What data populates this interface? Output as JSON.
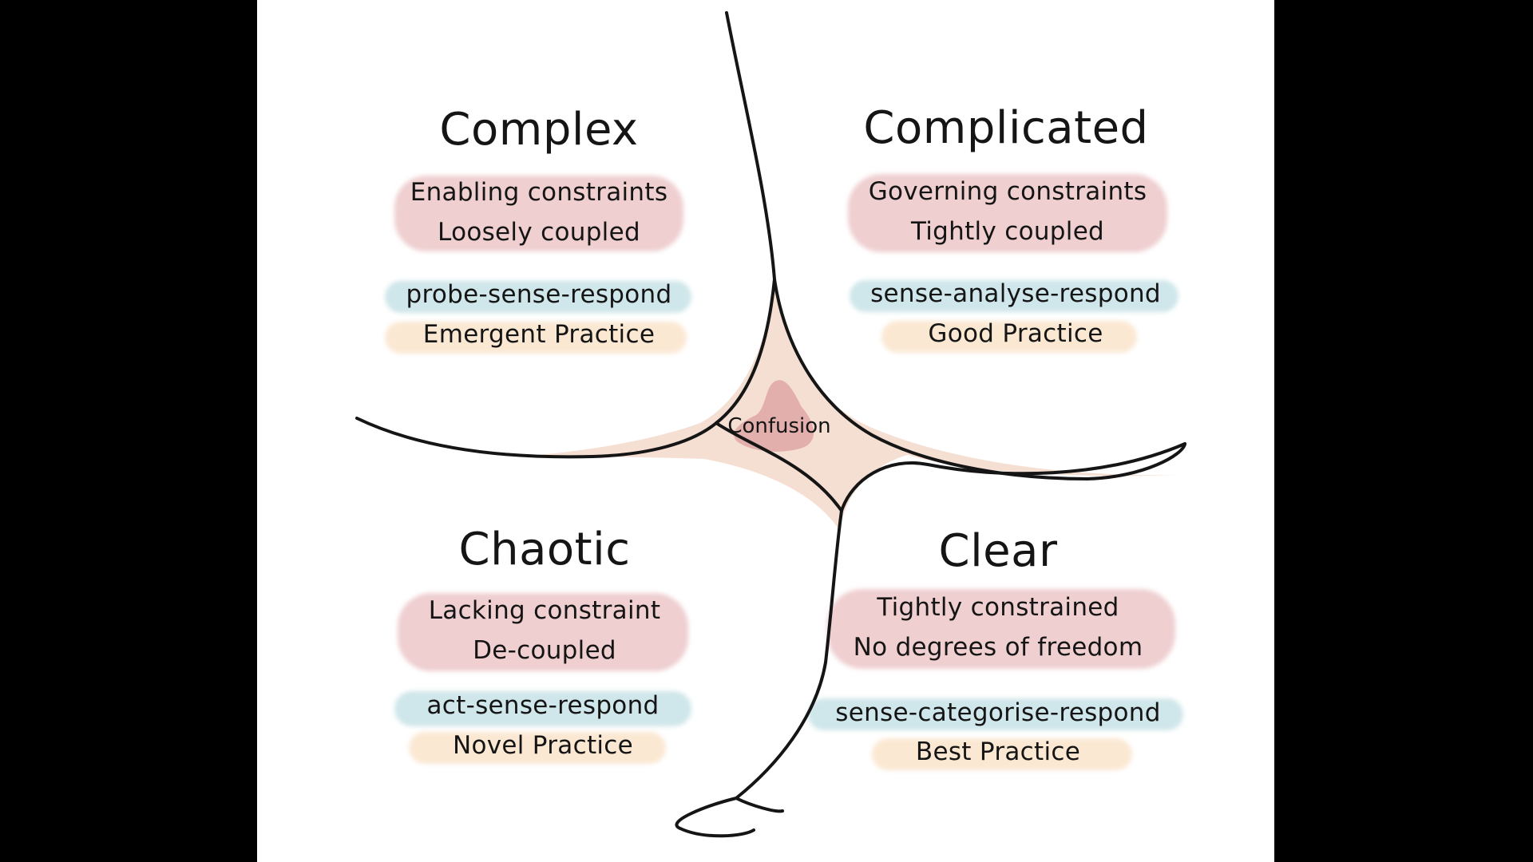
{
  "colors": {
    "background_outer": "#000000",
    "canvas": "#ffffff",
    "ink": "#151515",
    "constraint_wash": "#efcfd0",
    "method_wash": "#cfe6ea",
    "practice_wash": "#fbe8d3",
    "center_fill": "#f4ddd1",
    "center_blob": "#dfa7a4"
  },
  "center": {
    "label": "Confusion"
  },
  "domains": [
    {
      "id": "complex",
      "title": "Complex",
      "constraint_lines": [
        "Enabling constraints",
        "Loosely coupled"
      ],
      "method": "probe-sense-respond",
      "practice": "Emergent Practice"
    },
    {
      "id": "complicated",
      "title": "Complicated",
      "constraint_lines": [
        "Governing constraints",
        "Tightly coupled"
      ],
      "method": "sense-analyse-respond",
      "practice": "Good Practice"
    },
    {
      "id": "chaotic",
      "title": "Chaotic",
      "constraint_lines": [
        "Lacking constraint",
        "De-coupled"
      ],
      "method": "act-sense-respond",
      "practice": "Novel Practice"
    },
    {
      "id": "clear",
      "title": "Clear",
      "constraint_lines": [
        "Tightly constrained",
        "No degrees of freedom"
      ],
      "method": "sense-categorise-respond",
      "practice": "Best Practice"
    }
  ]
}
